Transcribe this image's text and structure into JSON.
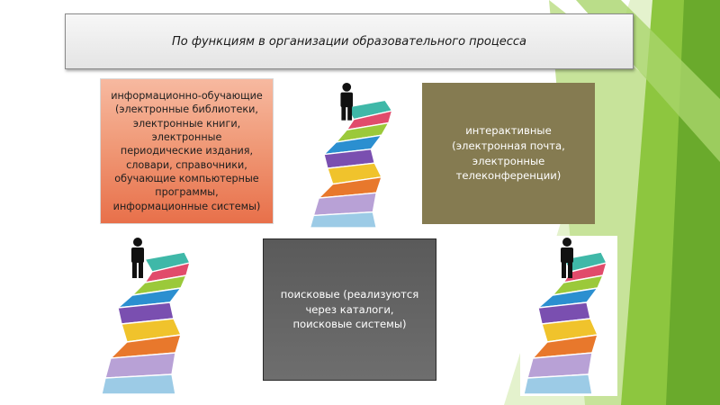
{
  "slide": {
    "title": "По функциям в организации образовательного процесса",
    "boxes": {
      "educational": "информационно-обучающие\n(электронные библиотеки,\nэлектронные книги,\nэлектронные\nпериодические издания,\nсловари, справочники,\nобучающие компьютерные\nпрограммы,\nинформационные системы)",
      "interactive": "интерактивные\n(электронная почта,\nэлектронные\nтелеконференции)",
      "search": "поисковые (реализуются\nчерез каталоги,\nпоисковые системы)"
    }
  },
  "colors": {
    "accent_green": "#8dc63f",
    "light_green": "#c7e39a",
    "educational_box": "#f09a78",
    "interactive_box": "#857b51",
    "search_box": "#656565"
  },
  "icons": [
    "person-icon",
    "puzzle-path-icon"
  ]
}
